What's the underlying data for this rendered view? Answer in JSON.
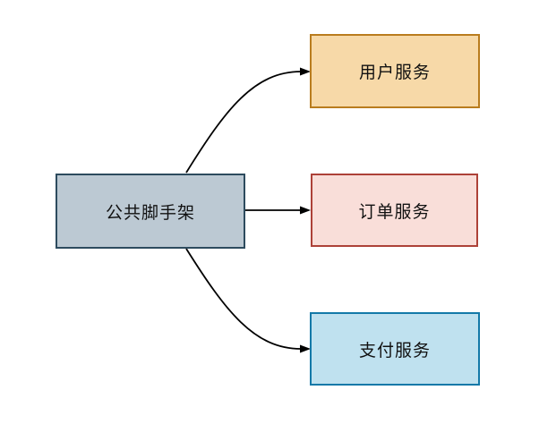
{
  "diagram": {
    "type": "flowchart",
    "background": "#ffffff",
    "text_color": "#111111",
    "edge_color": "#000000",
    "nodes": [
      {
        "id": "scaffold",
        "label": "公共脚手架",
        "fill": "#bcc9d3",
        "border": "#2d4b5e"
      },
      {
        "id": "user-service",
        "label": "用户服务",
        "fill": "#f7d9a8",
        "border": "#b97c1e"
      },
      {
        "id": "order-service",
        "label": "订单服务",
        "fill": "#f9ded9",
        "border": "#ad4138"
      },
      {
        "id": "payment-service",
        "label": "支付服务",
        "fill": "#bfe1ef",
        "border": "#1379a8"
      }
    ],
    "edges": [
      {
        "from": "scaffold",
        "to": "user-service"
      },
      {
        "from": "scaffold",
        "to": "order-service"
      },
      {
        "from": "scaffold",
        "to": "payment-service"
      }
    ]
  }
}
